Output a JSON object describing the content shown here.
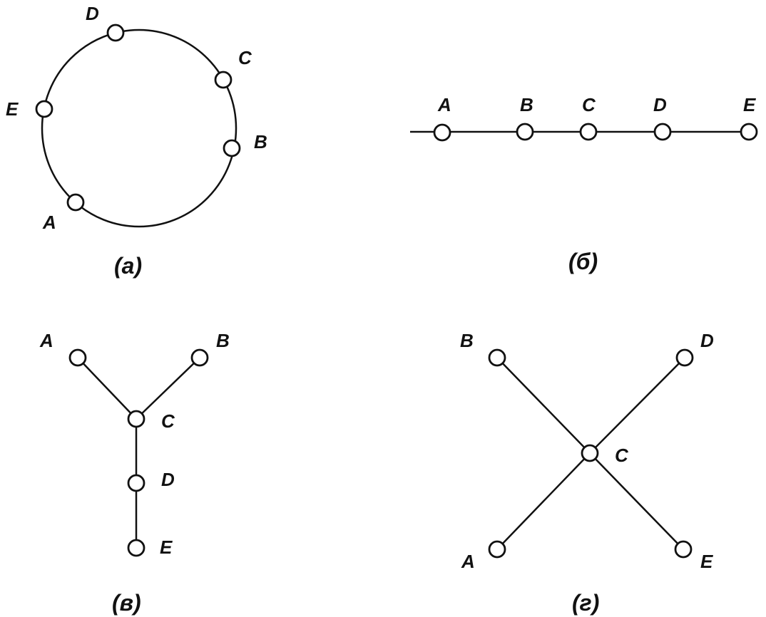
{
  "panels": {
    "ring": {
      "caption": "(а)",
      "nodes": {
        "A": "A",
        "B": "B",
        "C": "C",
        "D": "D",
        "E": "E"
      }
    },
    "bus": {
      "caption": "(б)",
      "nodes": {
        "A": "A",
        "B": "B",
        "C": "C",
        "D": "D",
        "E": "E"
      }
    },
    "tree": {
      "caption": "(в)",
      "nodes": {
        "A": "A",
        "B": "B",
        "C": "C",
        "D": "D",
        "E": "E"
      }
    },
    "star": {
      "caption": "(г)",
      "nodes": {
        "A": "A",
        "B": "B",
        "C": "C",
        "D": "D",
        "E": "E"
      }
    }
  }
}
